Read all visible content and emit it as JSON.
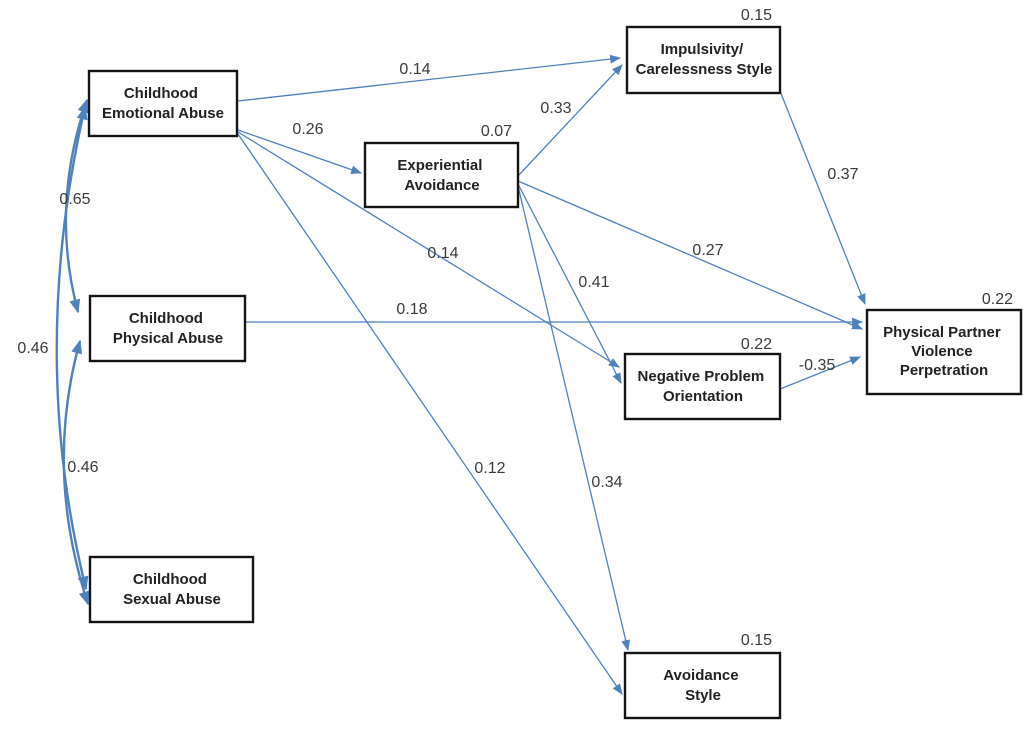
{
  "nodes": {
    "childhood_emotional_abuse": {
      "lines": [
        "Childhood",
        "Emotional Abuse"
      ]
    },
    "childhood_physical_abuse": {
      "lines": [
        "Childhood",
        "Physical Abuse"
      ]
    },
    "childhood_sexual_abuse": {
      "lines": [
        "Childhood",
        "Sexual Abuse"
      ]
    },
    "experiential_avoidance": {
      "lines": [
        "Experiential",
        "Avoidance"
      ],
      "residual": "0.07"
    },
    "impulsivity_carelessness_style": {
      "lines": [
        "Impulsivity/",
        "Carelessness Style"
      ],
      "residual": "0.15"
    },
    "negative_problem_orientation": {
      "lines": [
        "Negative Problem",
        "Orientation"
      ],
      "residual": "0.22"
    },
    "avoidance_style": {
      "lines": [
        "Avoidance",
        "Style"
      ],
      "residual": "0.15"
    },
    "physical_partner_violence_perpetration": {
      "lines": [
        "Physical Partner",
        "Violence",
        "Perpetration"
      ],
      "residual": "0.22"
    }
  },
  "coefficients": {
    "cea_to_impulsivity": "0.14",
    "cea_to_experiential_avoidance": "0.26",
    "cea_to_negative_problem_orientation": "0.14",
    "cea_to_avoidance_style": "0.12",
    "ea_to_impulsivity": "0.33",
    "ea_to_ppvp": "0.27",
    "ea_to_negative_problem_orientation": "0.41",
    "ea_to_avoidance_style": "0.34",
    "cpa_to_ppvp": "0.18",
    "impulsivity_to_ppvp": "0.37",
    "npo_to_ppvp": "-0.35",
    "cov_emotional_physical": "0.65",
    "cov_emotional_sexual": "0.46",
    "cov_physical_sexual": "0.46"
  },
  "colors": {
    "arrow_blue": "#4f81bd",
    "box_border": "#141414",
    "node_text": "#222222",
    "coefficient_text": "#3a3a3a",
    "background": "#ffffff"
  }
}
